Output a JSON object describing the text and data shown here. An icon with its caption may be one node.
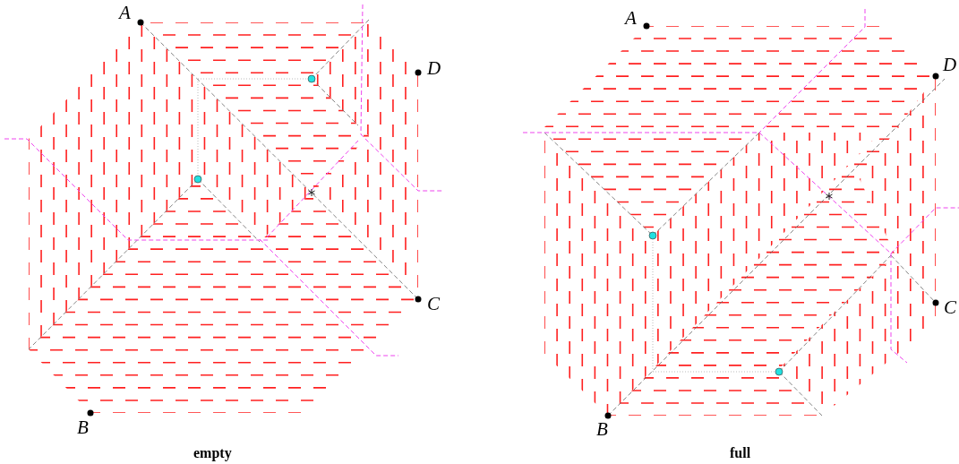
{
  "diagram": {
    "labels": [
      "A",
      "D",
      "C",
      "B",
      "empty",
      "A",
      "D",
      "C",
      "B",
      "full"
    ]
  }
}
